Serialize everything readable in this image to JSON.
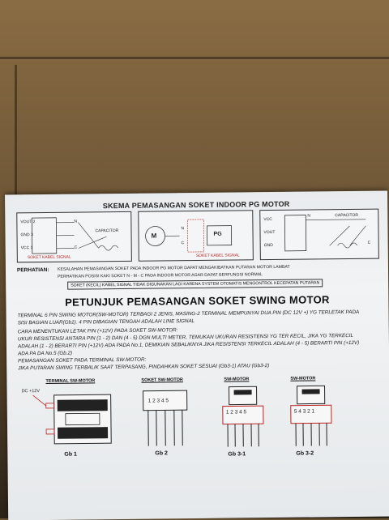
{
  "header": {
    "title": "SKEMA PEMASANGAN SOKET INDOOR PG MOTOR"
  },
  "diagram_left": {
    "labels": [
      "VOUT 2",
      "GND 3",
      "VCC 1",
      "N",
      "C",
      "CAPACITOR"
    ],
    "caption": "SOKET KABEL SIGNAL"
  },
  "diagram_center": {
    "motor": "M",
    "pg": "PG",
    "labels": [
      "N",
      "C"
    ],
    "caption": "SOKET KABEL SIGNAL"
  },
  "diagram_right": {
    "labels": [
      "VCC",
      "VOUT",
      "GND",
      "N",
      "C",
      "CAPACITOR"
    ]
  },
  "perhatian": {
    "label": "PERHATIAN:",
    "line1": "KESALAHAN PEMASANGAN SOKET PADA INDOOR PG MOTOR DAPAT MENGAKIBATKAN PUTARAN MOTOR LAMBAT",
    "line2": "PERHATIKAN POSISI KAKI SOKET N - M - C PADA INDOOR MOTOR AGAR DAPAT BERFUNGSI NORMAL",
    "line3": "SOKET (KECIL) KABEL SIGNAL TIDAK DIGUNAKAN LAGI KARENA SYSTEM OTOMATIS MENGONTROL KECEPATAN PUTARAN"
  },
  "main": {
    "title": "PETUNJUK PEMASANGAN SOKET SWING MOTOR",
    "lines": [
      "TERMINAL 6 PIN SWING MOTOR(SW-MOTOR) TERBAGI 2 JENIS, MASING-2 TERMINAL MEMPUNYAI DUA PIN (DC 12V +) YG TERLETAK PADA",
      "SISI BAGIAN LUAR(Gb1). 4 PIN DIBAGIAN TENGAH ADALAH LINE SIGNAL",
      "CARA MENENTUKAN LETAK PIN (+12V) PADA SOKET SW-MOTOR:",
      "UKUR RESISTENSI ANTARA PIN (1 - 2) DAN (4 - 5) DGN MULTI METER, TEMUKAN UKURAN RESISTENSI YG TER KECIL, JIKA YG TERKECIL",
      "ADALAH (1 - 2) BERARTI PIN (+12V) ADA PADA No.1, DEMIKIAN SEBALIKNYA JIKA RESISTENSI TERKECIL ADALAH (4 - 5) BERARTI PIN (+12V)",
      "ADA PA DA No.5 (Gb.2)",
      "PEMASANGAN SOKET PADA TERMINAL SW-MOTOR:",
      "JIKA PUTARAN SWING TERBALIK SAAT TERPASANG, PINDAHKAN SOKET SESUAI (Gb3-1) ATAU (Gb3-2)"
    ]
  },
  "figures": {
    "gb1": {
      "title": "TERMINAL SW-MOTOR",
      "dc": "DC +12V",
      "label": "Gb 1"
    },
    "gb2": {
      "title": "SOKET SW-MOTOR",
      "pins": "1 2 3 4 5",
      "label": "Gb 2"
    },
    "gb31": {
      "title": "SW-MOTOR",
      "pins": "1 2 3 4 5",
      "label": "Gb 3-1"
    },
    "gb32": {
      "title": "SW-MOTOR",
      "pins": "5 4 3 2 1",
      "label": "Gb 3-2"
    }
  }
}
